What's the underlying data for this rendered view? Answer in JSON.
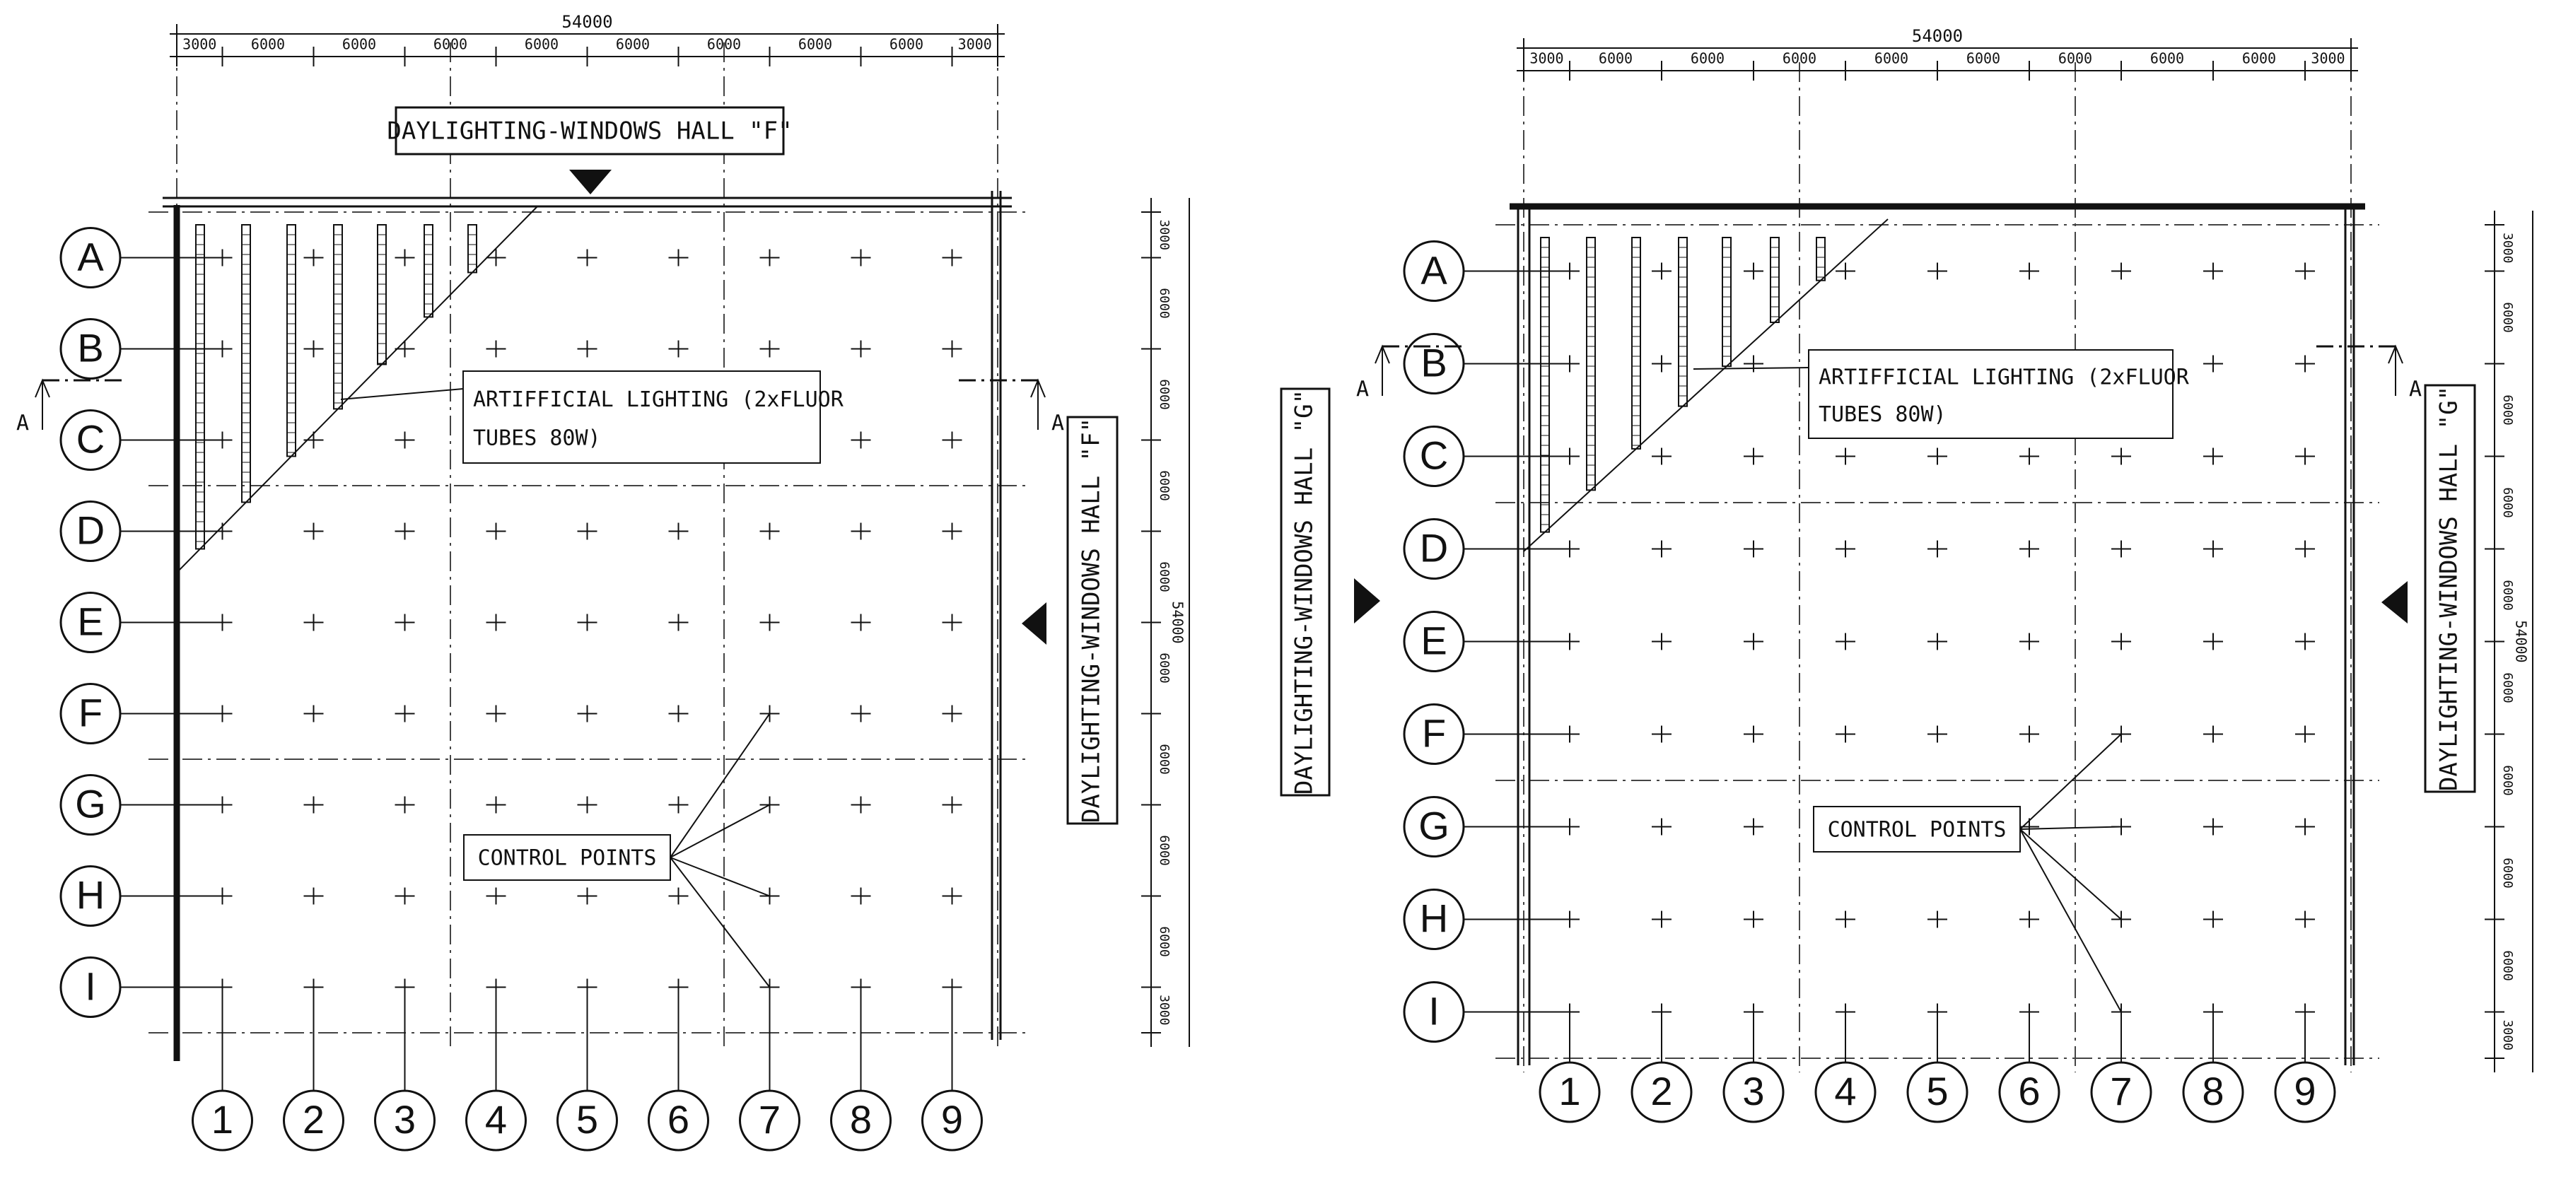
{
  "plans": [
    {
      "id": "hall-f",
      "overall_dim": "54000",
      "top_dims": [
        "3000",
        "6000",
        "6000",
        "6000",
        "6000",
        "6000",
        "6000",
        "6000",
        "6000",
        "3000"
      ],
      "side_dims": [
        "3000",
        "6000",
        "6000",
        "6000",
        "6000",
        "6000",
        "6000",
        "6000",
        "6000",
        "3000"
      ],
      "side_overall": "54000",
      "window_title": "DAYLIGHTING-WINDOWS HALL \"F\"",
      "side_window_title": "DAYLIGHTING-WINDOWS HALL \"F\"",
      "rows": [
        "A",
        "B",
        "C",
        "D",
        "E",
        "F",
        "G",
        "H",
        "I"
      ],
      "cols": [
        "1",
        "2",
        "3",
        "4",
        "5",
        "6",
        "7",
        "8",
        "9"
      ],
      "section_mark": "A",
      "lighting_note_line1": "ARTIFFICIAL LIGHTING (2xFLUOR",
      "lighting_note_line2": "TUBES 80W)",
      "control_points_label": "CONTROL POINTS"
    },
    {
      "id": "hall-g",
      "overall_dim": "54000",
      "top_dims": [
        "3000",
        "6000",
        "6000",
        "6000",
        "6000",
        "6000",
        "6000",
        "6000",
        "6000",
        "3000"
      ],
      "side_dims": [
        "3000",
        "6000",
        "6000",
        "6000",
        "6000",
        "6000",
        "6000",
        "6000",
        "6000",
        "3000"
      ],
      "side_overall": "54000",
      "left_window_title": "DAYLIGHTING-WINDOWS HALL \"G\"",
      "right_window_title": "DAYLIGHTING-WINDOWS HALL \"G\"",
      "rows": [
        "A",
        "B",
        "C",
        "D",
        "E",
        "F",
        "G",
        "H",
        "I"
      ],
      "cols": [
        "1",
        "2",
        "3",
        "4",
        "5",
        "6",
        "7",
        "8",
        "9"
      ],
      "section_mark": "A",
      "lighting_note_line1": "ARTIFFICIAL LIGHTING (2xFLUOR",
      "lighting_note_line2": "TUBES 80W)",
      "control_points_label": "CONTROL POINTS"
    }
  ],
  "colors": {
    "ink": "#111111",
    "paper": "#ffffff",
    "dash": "#444444"
  }
}
